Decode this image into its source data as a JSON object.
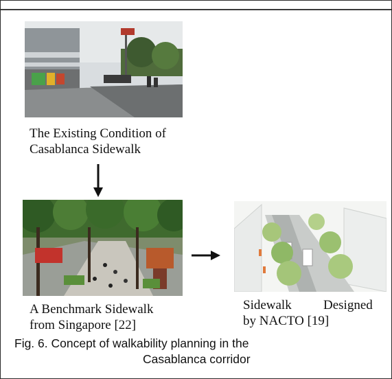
{
  "figure": {
    "images": {
      "existing": {
        "caption_line1": "The Existing Condition of",
        "caption_line2": "Casablanca Sidewalk"
      },
      "benchmark": {
        "caption_line1": "A Benchmark Sidewalk",
        "caption_line2": "from Singapore [22]"
      },
      "nacto": {
        "caption_word1": "Sidewalk",
        "caption_word2": "Designed",
        "caption_line2": "by NACTO [19]"
      }
    },
    "caption_line1": "Fig. 6. Concept of walkability planning in the",
    "caption_line2": "Casablanca corridor"
  }
}
